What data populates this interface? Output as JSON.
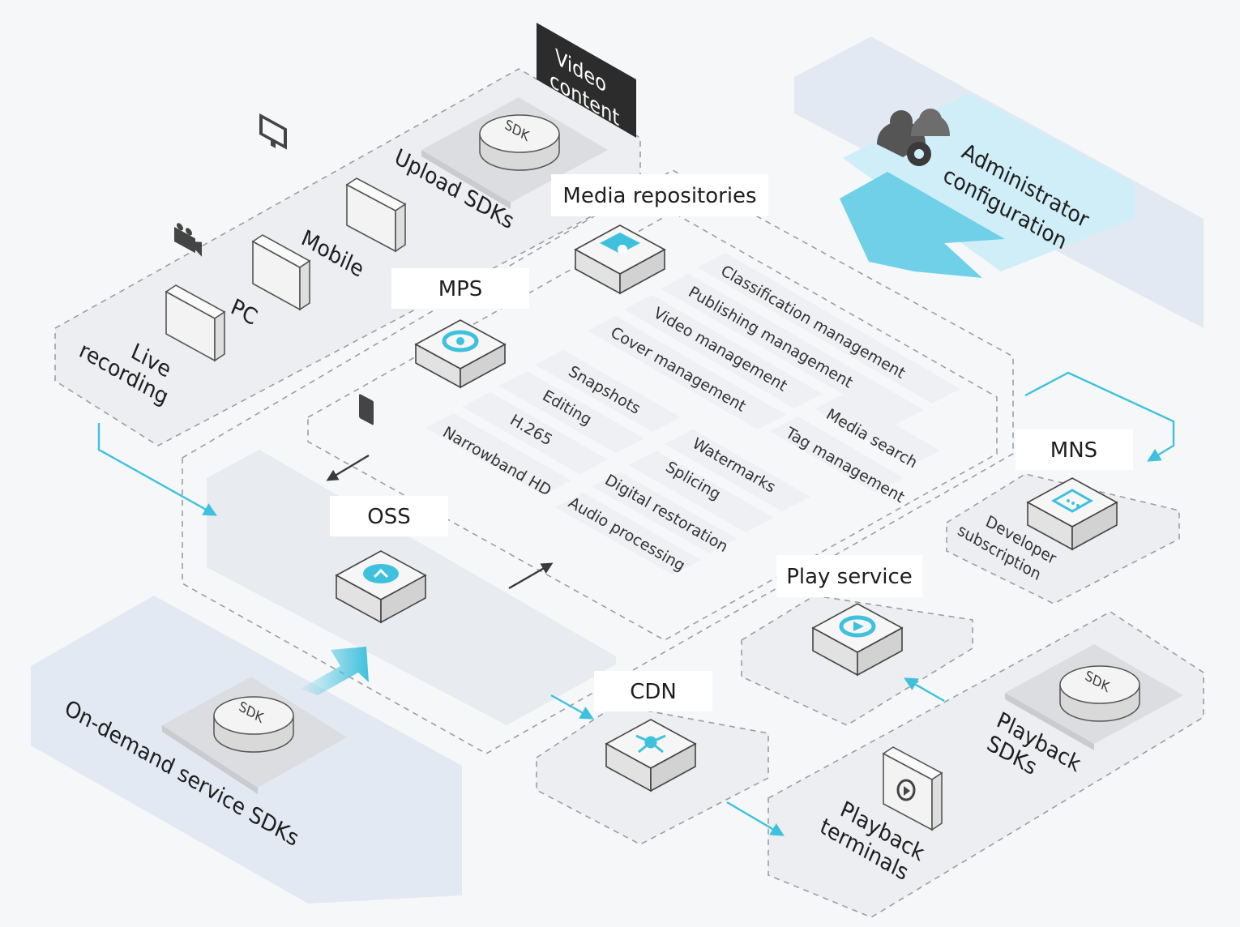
{
  "colors": {
    "accent": "#3fc1de",
    "zone": "#eceef1",
    "panel": "#e3e9f3",
    "dark_tag": "#2c2c2c"
  },
  "tag": {
    "line1": "Video",
    "line2": "content"
  },
  "upload": {
    "sdk": "SDK",
    "title": "Upload SDKs",
    "mobile": "Mobile",
    "pc": "PC",
    "live1": "Live",
    "live2": "recording"
  },
  "admin": {
    "line1": "Administrator",
    "line2": "configuration"
  },
  "media": {
    "label": "Media repositories",
    "features": [
      "Classification management",
      "Publishing management",
      "Video management",
      "Cover management",
      "Media search",
      "Tag management"
    ]
  },
  "mps": {
    "label": "MPS",
    "features": [
      "Snapshots",
      "Editing",
      "H.265",
      "Narrowband HD",
      "Watermarks",
      "Splicing",
      "Digital restoration",
      "Audio processing"
    ]
  },
  "oss": {
    "label": "OSS"
  },
  "mns": {
    "label": "MNS",
    "sub1": "Developer",
    "sub2": "subscription"
  },
  "play": {
    "label": "Play service"
  },
  "cdn": {
    "label": "CDN"
  },
  "playback": {
    "sdk": "SDK",
    "sdks1": "Playback",
    "sdks2": "SDKs",
    "term1": "Playback",
    "term2": "terminals"
  },
  "ondemand": {
    "sdk": "SDK",
    "title": "On-demand service SDKs"
  },
  "icons": [
    "sdk-disk-icon",
    "mobile-device-icon",
    "pc-monitor-icon",
    "video-camera-icon",
    "admin-gear-icon",
    "media-repository-icon",
    "mps-icon",
    "oss-icon",
    "mns-icon",
    "play-service-icon",
    "cdn-icon",
    "playback-terminal-icon"
  ]
}
